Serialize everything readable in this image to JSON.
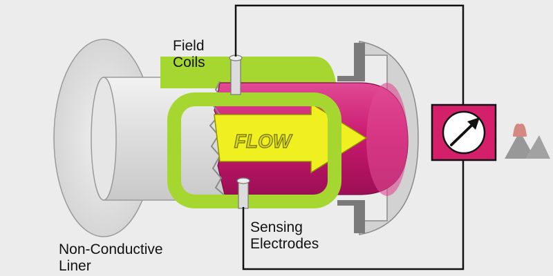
{
  "labels": {
    "field_coils": [
      "Field",
      "Coils"
    ],
    "sensing_electrodes": [
      "Sensing",
      "Electrodes"
    ],
    "liner": [
      "Non-Conductive",
      "Liner"
    ],
    "flow": "FLOW"
  },
  "colors": {
    "background": "#ececec",
    "pipe": "#d9d9d9",
    "coil": "#a6d630",
    "flow_body": "#c8186e",
    "arrow": "#f0f020",
    "meter_box": "#d41f6a",
    "wire": "#111111"
  },
  "icons": {
    "meter": "gauge-needle-icon",
    "logo": "brand-logo-icon"
  }
}
